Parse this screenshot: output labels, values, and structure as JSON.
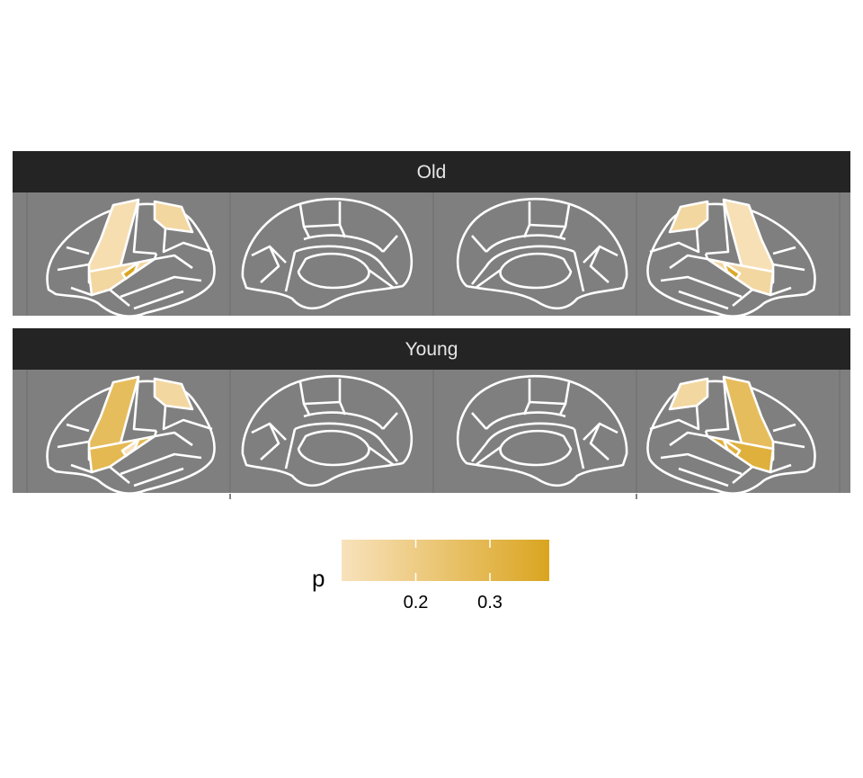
{
  "chart_data": {
    "type": "heatmap",
    "title": "",
    "facets": [
      {
        "label": "Old",
        "regions": [
          {
            "view": "lateral-left",
            "region": "precentral",
            "p": 0.12
          },
          {
            "view": "lateral-left",
            "region": "superior-parietal",
            "p": 0.15
          },
          {
            "view": "lateral-left",
            "region": "superior-temporal",
            "p": 0.15
          },
          {
            "view": "lateral-left",
            "region": "transverse-temporal",
            "p": 0.38
          },
          {
            "view": "lateral-right",
            "region": "precentral",
            "p": 0.11
          },
          {
            "view": "lateral-right",
            "region": "superior-parietal",
            "p": 0.15
          },
          {
            "view": "lateral-right",
            "region": "superior-temporal",
            "p": 0.15
          },
          {
            "view": "lateral-right",
            "region": "transverse-temporal",
            "p": 0.36
          }
        ]
      },
      {
        "label": "Young",
        "regions": [
          {
            "view": "lateral-left",
            "region": "precentral",
            "p": 0.27
          },
          {
            "view": "lateral-left",
            "region": "superior-parietal",
            "p": 0.15
          },
          {
            "view": "lateral-left",
            "region": "superior-temporal",
            "p": 0.29
          },
          {
            "view": "lateral-left",
            "region": "transverse-temporal",
            "p": 0.1
          },
          {
            "view": "lateral-right",
            "region": "precentral",
            "p": 0.27
          },
          {
            "view": "lateral-right",
            "region": "superior-parietal",
            "p": 0.15
          },
          {
            "view": "lateral-right",
            "region": "superior-temporal",
            "p": 0.33
          },
          {
            "view": "lateral-right",
            "region": "transverse-temporal",
            "p": 0.33
          }
        ]
      }
    ],
    "legend": {
      "title": "p",
      "position": "bottom",
      "limits": [
        0.1,
        0.38
      ],
      "breaks": [
        0.2,
        0.3
      ],
      "break_labels": [
        "0.2",
        "0.3"
      ],
      "color_low": "#f8e2bc",
      "color_high": "#daa520"
    },
    "colors": {
      "panel_background": "#7f7f7f",
      "strip_background": "#242424",
      "strip_text": "#e6e6e6",
      "outline": "#ffffff"
    },
    "grid": true
  }
}
